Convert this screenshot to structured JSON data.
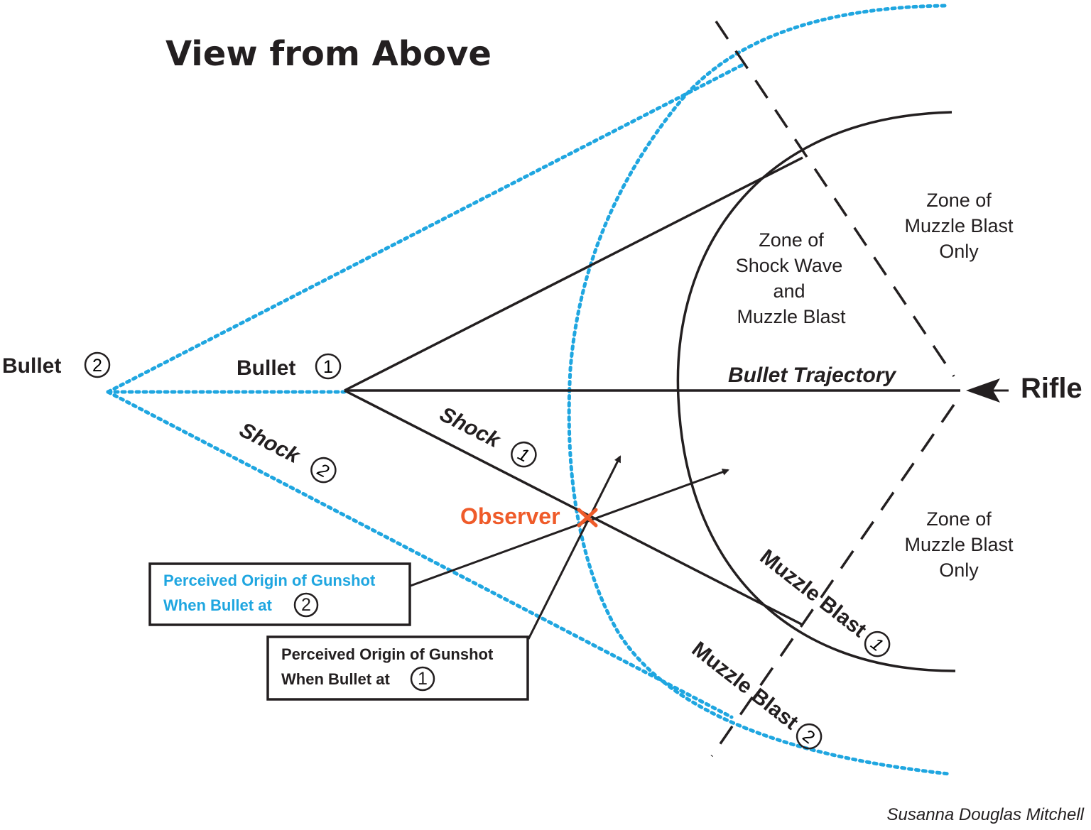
{
  "title": "View from Above",
  "labels": {
    "bullet": "Bullet",
    "shock": "Shock",
    "muzzle_blast": "Muzzle Blast",
    "bullet_trajectory": "Bullet Trajectory",
    "rifle": "Rifle",
    "observer": "Observer"
  },
  "markers": {
    "one": "1",
    "two": "2"
  },
  "zones": {
    "shock_and_blast": [
      "Zone of",
      "Shock Wave",
      "and",
      "Muzzle Blast"
    ],
    "blast_only": [
      "Zone of",
      "Muzzle Blast",
      "Only"
    ]
  },
  "boxes": {
    "perceived_2": {
      "line1": "Perceived Origin of Gunshot",
      "line2": "When Bullet at"
    },
    "perceived_1": {
      "line1": "Perceived Origin of Gunshot",
      "line2": "When Bullet at"
    }
  },
  "credit": "Susanna Douglas Mitchell",
  "colors": {
    "ink": "#231f20",
    "blue": "#1fa6e0",
    "observer": "#ef5b2a"
  }
}
